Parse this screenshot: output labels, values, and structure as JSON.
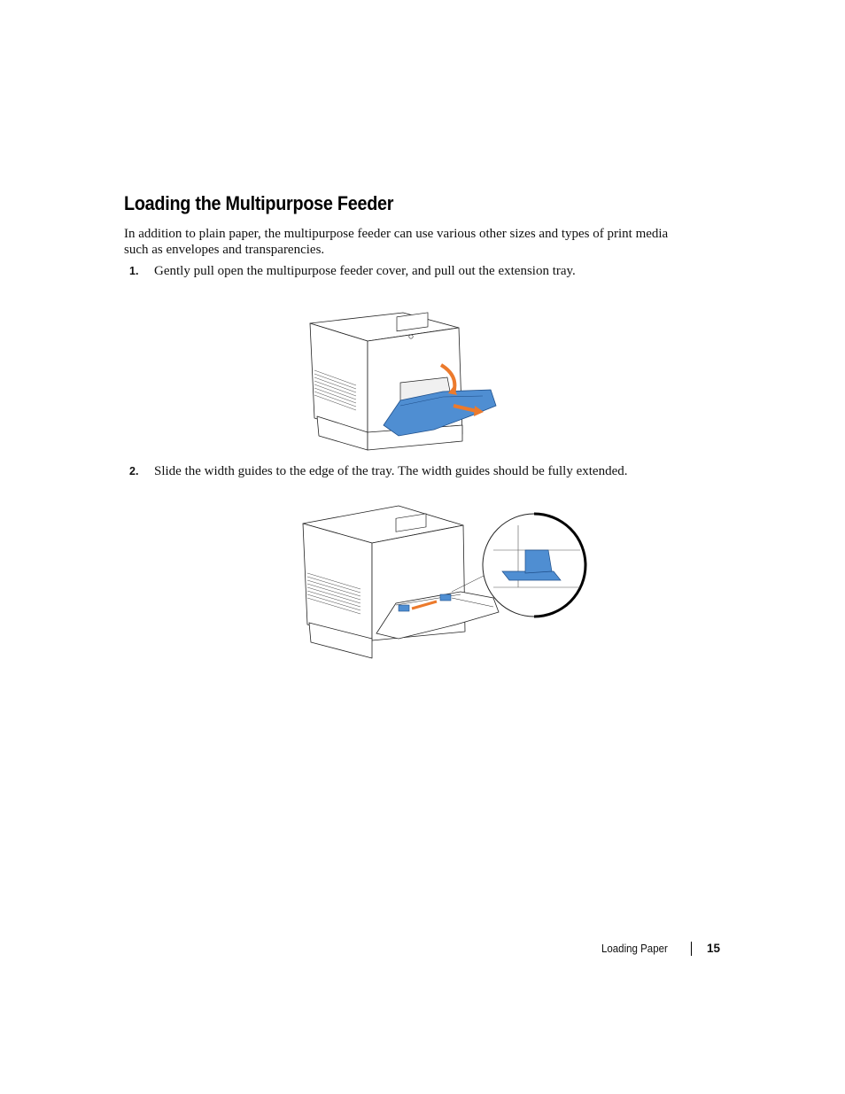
{
  "title": "Loading the Multipurpose Feeder",
  "intro": "In addition to plain paper, the multipurpose feeder can use various other sizes and types of print media such as envelopes and transparencies.",
  "steps": [
    {
      "number": "1.",
      "text": "Gently pull open the multipurpose feeder cover, and pull out the extension tray."
    },
    {
      "number": "2.",
      "text": "Slide the width guides to the edge of the tray. The width guides should be fully extended."
    }
  ],
  "footer": {
    "section": "Loading Paper",
    "page": "15"
  },
  "colors": {
    "tray_blue": "#4f8ed2",
    "guide_blue": "#4f8ed2",
    "arrow_orange": "#ec7a2c"
  }
}
